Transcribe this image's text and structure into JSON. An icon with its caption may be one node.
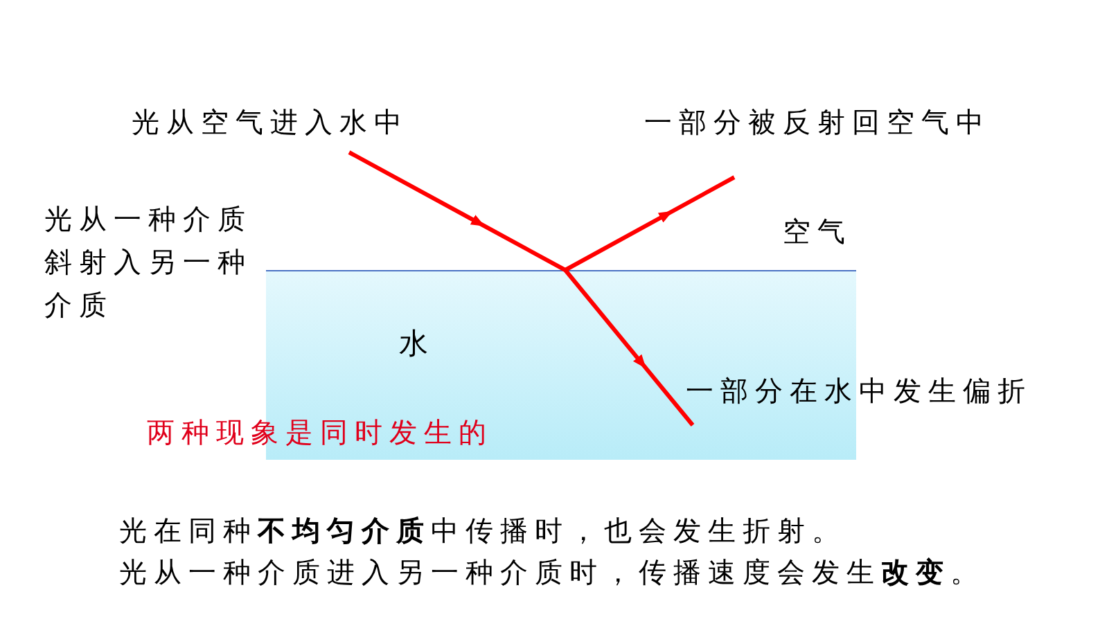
{
  "diagram": {
    "nodes": [
      {
        "text": [
          "水"
        ]
      }
    ],
    "edges": [],
    "labels": [
      "光从空气进入水中",
      "一部分被反射回空气中",
      "光从一种介质斜射入另一种介质",
      "空气",
      "一部分在水中发生偏折",
      "两种现象是同时发生的",
      "光在同种**不均匀介质**中传播时，也会发生折射。",
      "光从一种介质进入另一种介质时，传播速度会发生**改变**。"
    ]
  }
}
